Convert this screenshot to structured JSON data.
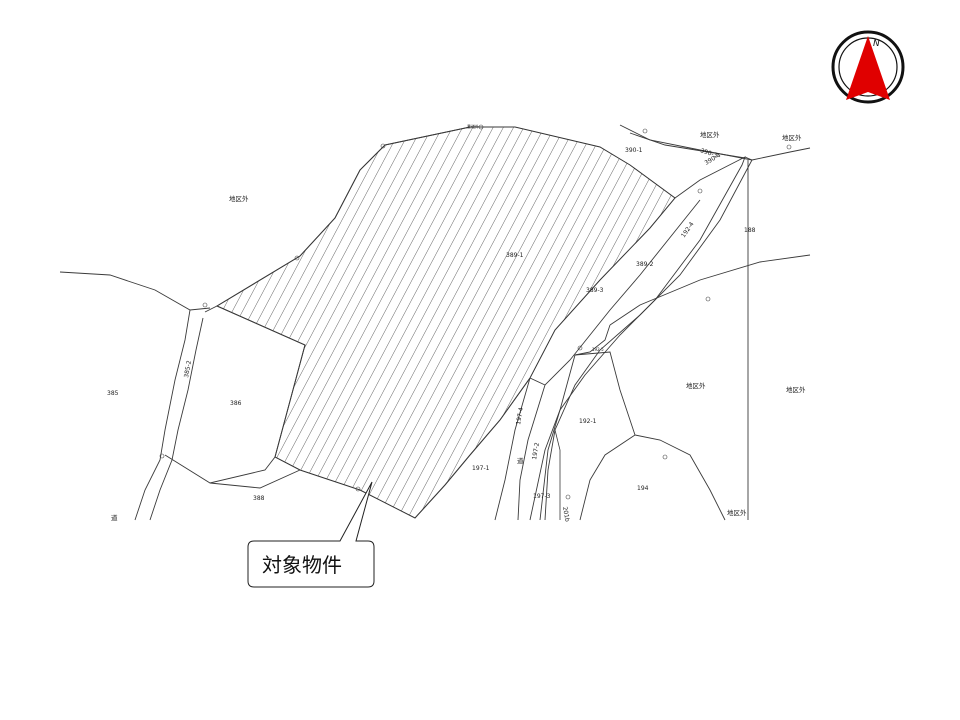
{
  "callout": {
    "text": "対象物件"
  },
  "compass": {
    "letter": "N",
    "color": "#e00000"
  },
  "parcels": {
    "p389_1": "389-1",
    "p389_2": "389-2",
    "p389_3": "389-3",
    "p390_1": "390-1",
    "p390_3": "390-3",
    "p390_4": "390-4",
    "p188": "188",
    "p192_1": "192-1",
    "p192_4": "192-4",
    "p197_1": "197-1",
    "p197_3": "197-3",
    "p197_4": "197-4",
    "p197_2": "197-2",
    "p201b": "201b",
    "p194": "194",
    "p385": "385",
    "p385_2": "385-2",
    "p386": "386",
    "p388": "388",
    "p192_5": "192-5",
    "small_top": "番道外"
  },
  "area_labels": {
    "outside_a": "地区外",
    "outside_b": "地区外",
    "outside_c": "地区外",
    "outside_d": "地区外",
    "outside_e": "地区外",
    "outside_f": "地区外"
  },
  "road_labels": {
    "road_a": "道",
    "road_b": "道"
  }
}
